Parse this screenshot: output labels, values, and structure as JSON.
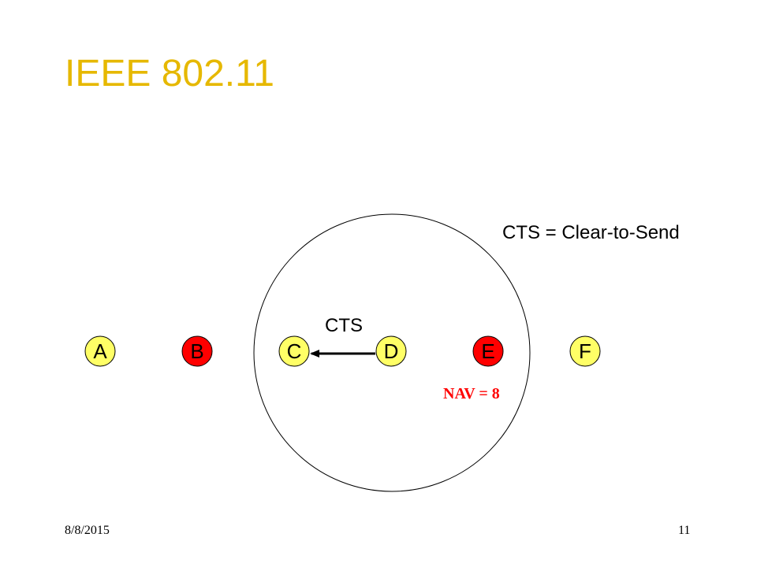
{
  "slide": {
    "title": "IEEE 802.11",
    "definition": "CTS = Clear-to-Send",
    "footer_date": "8/8/2015",
    "page_number": "11"
  },
  "colors": {
    "title": "#e6b800",
    "node_yellow": "#ffff66",
    "node_red": "#ff0000",
    "nav_text": "#ff0000",
    "stroke": "#000000"
  },
  "diagram": {
    "nodes": [
      {
        "label": "A",
        "state": "idle"
      },
      {
        "label": "B",
        "state": "blocked"
      },
      {
        "label": "C",
        "state": "idle"
      },
      {
        "label": "D",
        "state": "idle"
      },
      {
        "label": "E",
        "state": "blocked"
      },
      {
        "label": "F",
        "state": "idle"
      }
    ],
    "message": {
      "label": "CTS",
      "from": "D",
      "to": "C"
    },
    "range_center": "D",
    "nav": {
      "node": "E",
      "label": "NAV = 8"
    }
  }
}
